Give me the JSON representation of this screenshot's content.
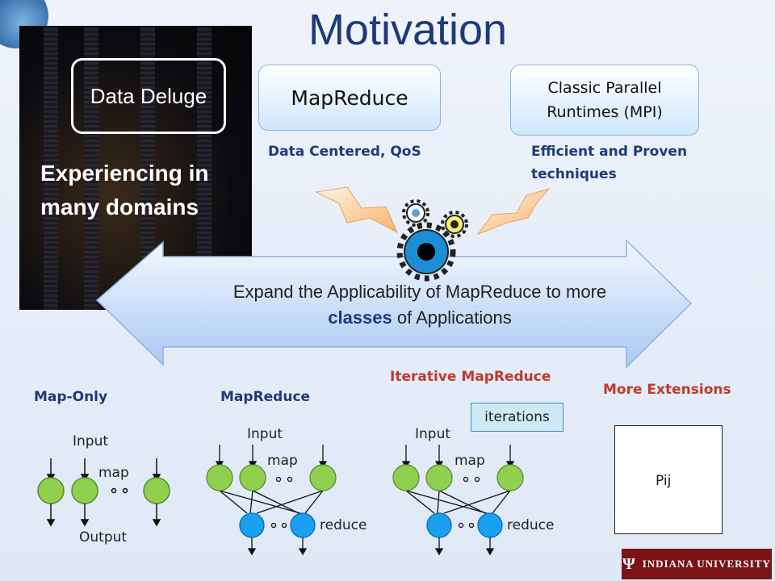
{
  "slide": {
    "title": "Motivation",
    "data_deluge": "Data Deluge",
    "experiencing": "Experiencing in many domains",
    "mapreduce_box": "MapReduce",
    "mpi_box": "Classic Parallel Runtimes (MPI)",
    "mapreduce_sub": "Data Centered, QoS",
    "mpi_sub": "Efficient and Proven techniques",
    "arrow_text_pre": "Expand the Applicability of MapReduce to more",
    "arrow_text_bold": "classes",
    "arrow_text_post": "of Applications",
    "logo_text": "INDIANA UNIVERSITY"
  },
  "diagrams": {
    "map_only": {
      "title": "Map-Only",
      "input": "Input",
      "map": "map",
      "output": "Output"
    },
    "mapreduce": {
      "title": "MapReduce",
      "input": "Input",
      "map": "map",
      "reduce": "reduce"
    },
    "iterative": {
      "title": "Iterative MapReduce",
      "iterations": "iterations",
      "input": "Input",
      "map": "map",
      "reduce": "reduce"
    },
    "extensions": {
      "title": "More Extensions",
      "cell": "Pij"
    }
  },
  "colors": {
    "accent": "#1f3a78",
    "red": "#c0392b",
    "map_node": "#8fd14f",
    "reduce_node": "#1aa0f0",
    "iu": "#7a1416"
  }
}
